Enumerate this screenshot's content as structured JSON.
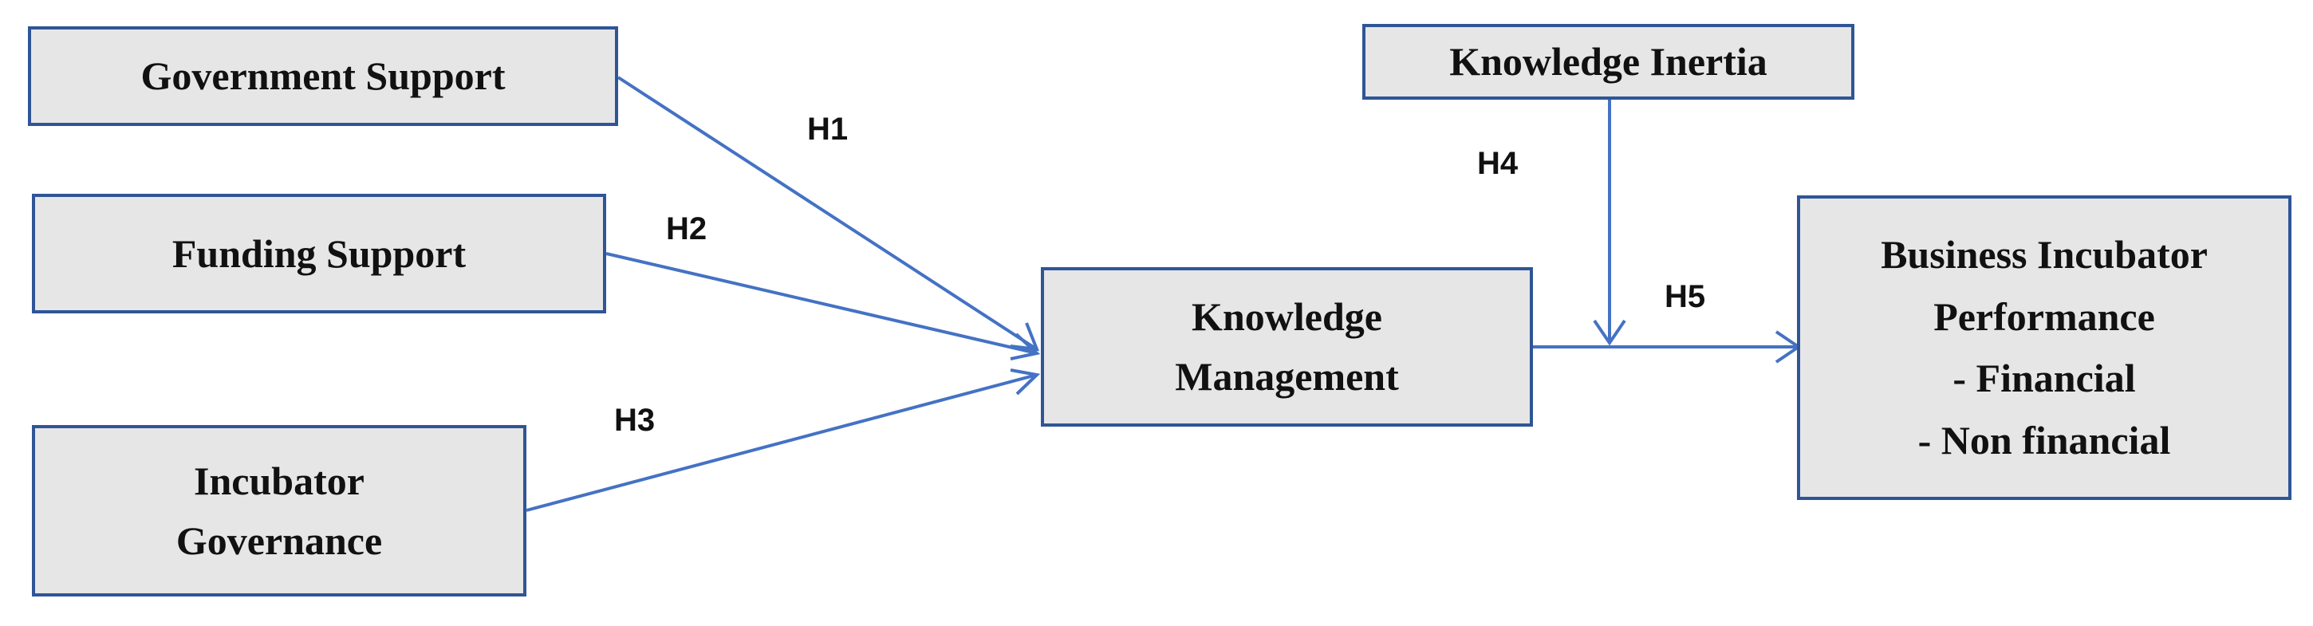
{
  "nodes": {
    "government_support": {
      "lines": [
        "Government Support"
      ]
    },
    "funding_support": {
      "lines": [
        "Funding Support"
      ]
    },
    "incubator_governance": {
      "lines": [
        "Incubator",
        "Governance"
      ]
    },
    "knowledge_management": {
      "lines": [
        "Knowledge",
        "Management"
      ]
    },
    "knowledge_inertia": {
      "lines": [
        "Knowledge Inertia"
      ]
    },
    "business_incubator_performance": {
      "lines": [
        "Business Incubator",
        "Performance",
        "- Financial",
        "- Non financial"
      ]
    }
  },
  "hypotheses": {
    "h1": "H1",
    "h2": "H2",
    "h3": "H3",
    "h4": "H4",
    "h5": "H5"
  },
  "colors": {
    "box_fill": "#e6e6e6",
    "box_border": "#2f5597",
    "arrow": "#4472c4"
  }
}
